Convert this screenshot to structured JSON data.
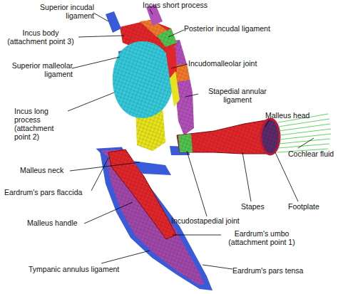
{
  "diagram": {
    "labels": [
      "Superior incudal ligament",
      "Incus short process",
      "Incus body (attachment point 3)",
      "Posterior incudal ligament",
      "Superior malleolar ligament",
      "Incudomalleolar joint",
      "Incus long process (attachment point 2)",
      "Stapedial annular ligament",
      "Malleus head",
      "Cochlear fluid",
      "Malleus neck",
      "Eardrum's pars flaccida",
      "Stapes",
      "Footplate",
      "Incudostapedial joint",
      "Malleus handle",
      "Eardrum's umbo (attachment point 1)",
      "Tympanic annulus ligament",
      "Eardrum's pars tensa"
    ]
  }
}
